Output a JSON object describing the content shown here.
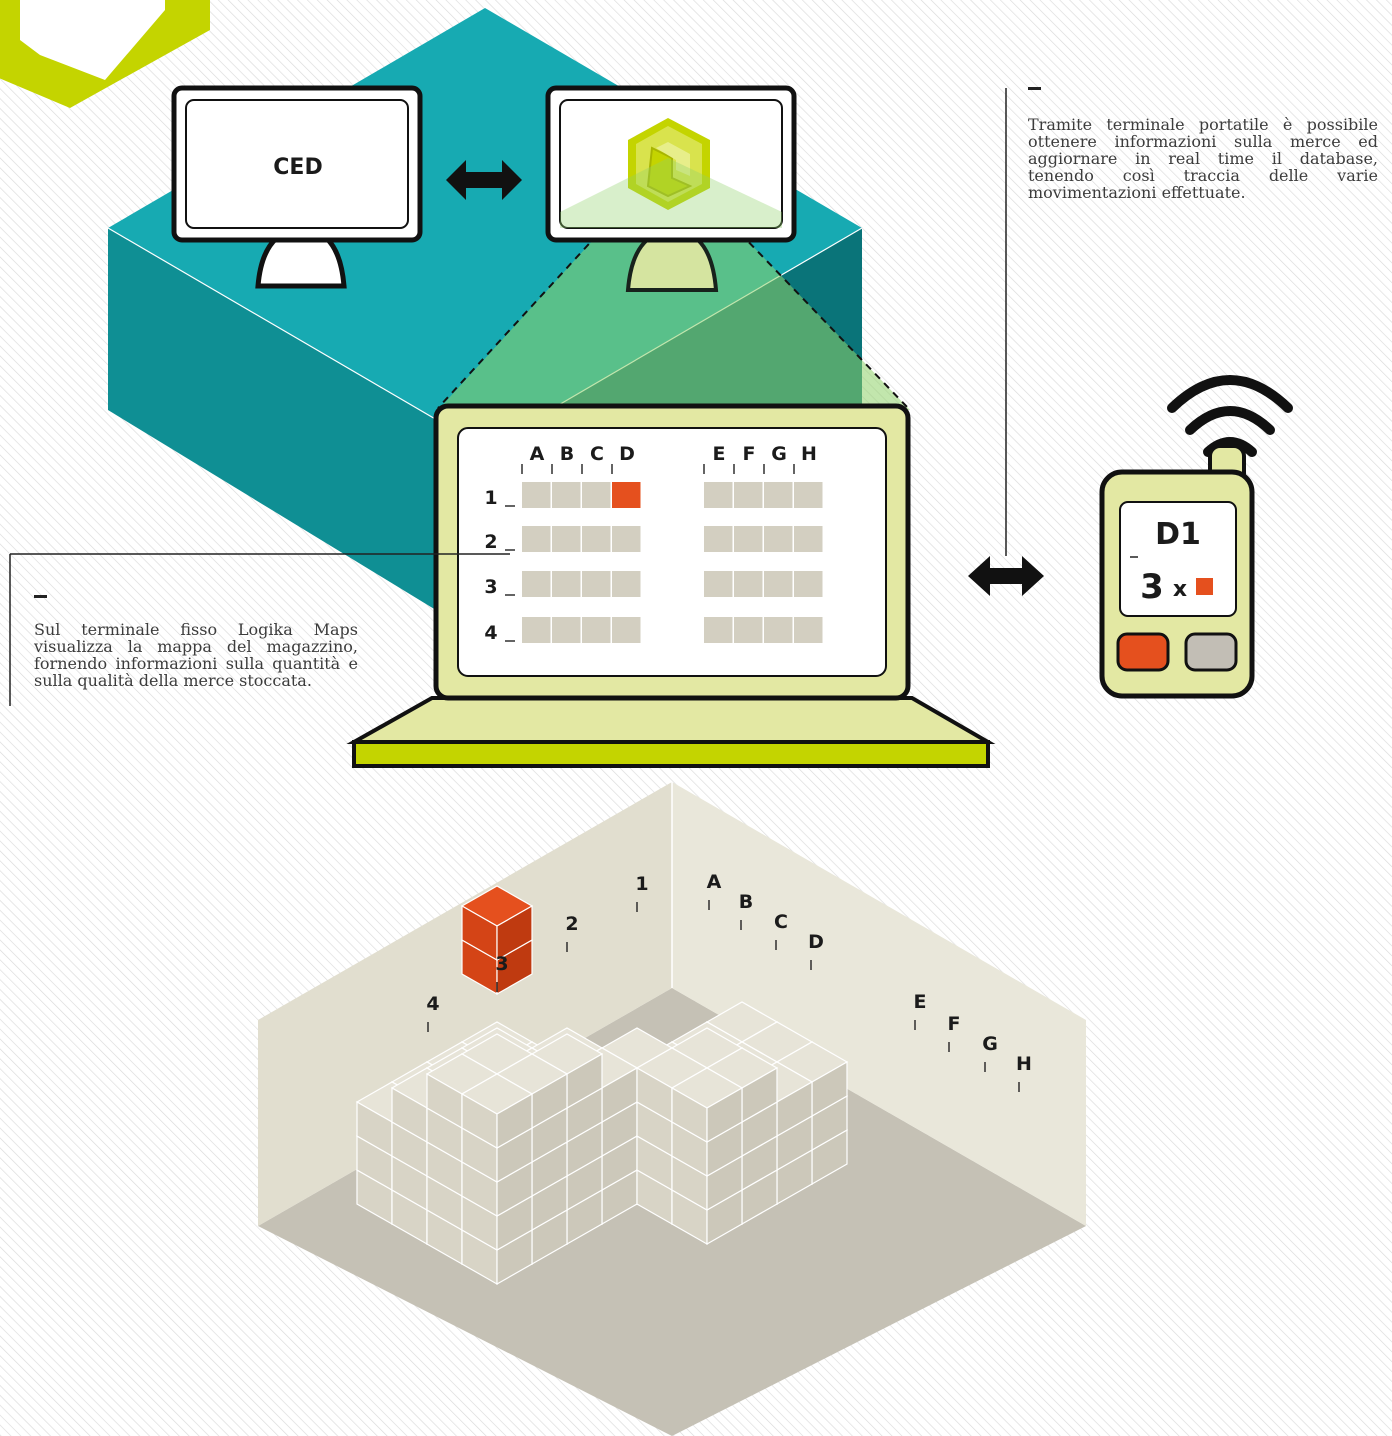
{
  "colors": {
    "teal_top": "#17aab2",
    "teal_left": "#0f8f94",
    "teal_right": "#0a7479",
    "lime": "#c4d400",
    "pale_lime": "#e3e8a3",
    "beige_wall": "#e1decf",
    "beige_floor": "#c5c1b5",
    "cube": "#dcd8cb",
    "orange": "#e5501e",
    "gray_cell": "#d3cfc1",
    "gray_button": "#c2beb5"
  },
  "monitor_left": {
    "label": "CED"
  },
  "monitor_right": {
    "icon": "logika-cube-logo-icon"
  },
  "laptop": {
    "columns_left": [
      "A",
      "B",
      "C",
      "D"
    ],
    "columns_right": [
      "E",
      "F",
      "G",
      "H"
    ],
    "rows": [
      "1",
      "2",
      "3",
      "4"
    ],
    "highlight_row": 1,
    "highlight_col": "D"
  },
  "handheld": {
    "location": "D1",
    "quantity": "3",
    "multiplier": "x"
  },
  "notes": {
    "top_right": "Tramite terminale portatile è possibile ottenere informazioni sulla merce ed aggiornare in real time il database, tenendo così traccia delle varie movimentazioni effettuate.",
    "left": "Sul terminale fisso Logika Maps visualizza la mappa del magazzino, fornendo informazioni sulla quantità e sulla qualità della merce stoccata."
  },
  "warehouse": {
    "row_labels": [
      "1",
      "2",
      "3",
      "4"
    ],
    "col_labels_left": [
      "A",
      "B",
      "C",
      "D"
    ],
    "col_labels_right": [
      "E",
      "F",
      "G",
      "H"
    ]
  }
}
